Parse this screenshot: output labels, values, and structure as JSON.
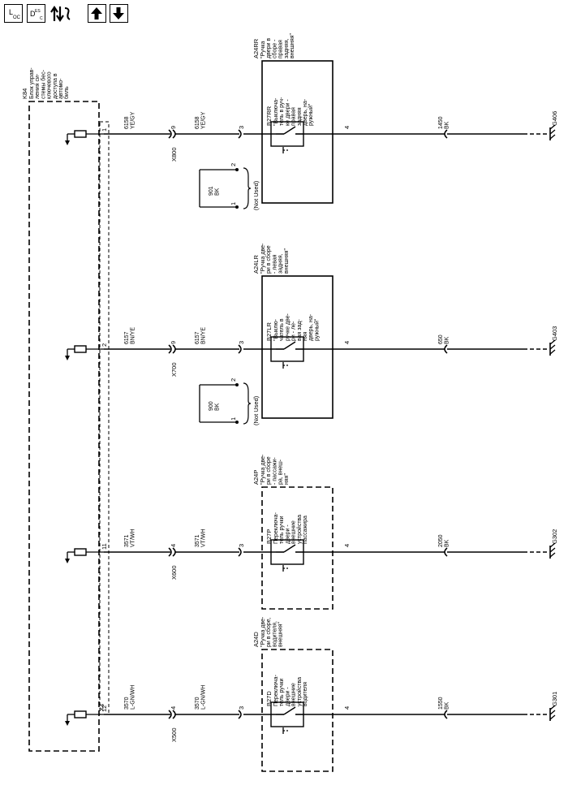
{
  "toolbar": {
    "loc_icon": "location-icon",
    "loc_main": "L",
    "loc_sub": "OC",
    "desc_icon": "description-icon",
    "desc_main": "D",
    "desc_sup": "ES",
    "desc_sub": "C",
    "signal_icon": "signal-flow-icon",
    "up_icon": "arrow-up-icon",
    "down_icon": "arrow-down-icon"
  },
  "module": {
    "id": "K84",
    "desc": [
      "Блок управ-",
      "ления си-",
      "стемы бес-",
      "ключевого",
      "доступа в",
      "автомо-",
      "биль"
    ],
    "connector": "X4"
  },
  "circuits": [
    {
      "pin": "1",
      "wire1": [
        "6158",
        "YE/GY"
      ],
      "inline_pin": "9",
      "inline_conn": "X800",
      "wire2": [
        "6158",
        "YE/GY"
      ],
      "sw_in": "3",
      "sw_out": "4",
      "assembly": {
        "id": "A24RR",
        "desc": [
          "\"Ручка",
          "двери в",
          "сборе -",
          "правая",
          "задняя,",
          "внешняя\""
        ],
        "dashed": false
      },
      "switch": {
        "id": "B27RR",
        "desc": [
          "\"Выключа-",
          "тель в руч-",
          "ке двери -",
          "правая",
          "задняя",
          "дверь, на-",
          "ружный\""
        ]
      },
      "unused": {
        "label": "(Not Used)",
        "pins": [
          "2",
          "1"
        ],
        "wire": [
          "901",
          "BK"
        ]
      },
      "ground_wire": [
        "1450",
        "BK"
      ],
      "ground": "G406"
    },
    {
      "pin": "2",
      "wire1": [
        "6157",
        "BN/YE"
      ],
      "inline_pin": "9",
      "inline_conn": "X700",
      "wire2": [
        "6157",
        "BN/YE"
      ],
      "sw_in": "3",
      "sw_out": "4",
      "assembly": {
        "id": "A24LR",
        "desc": [
          "\"Ручка две-",
          "ри в сборе",
          "- левая",
          "задняя,",
          "внешняя\""
        ],
        "dashed": false
      },
      "switch": {
        "id": "B27LR",
        "desc": [
          "\"Выклю-",
          "чатель в",
          "ручке две-",
          "ри - ле-",
          "вая зад-",
          "няя",
          "дверь, на-",
          "ружный\""
        ]
      },
      "unused": {
        "label": "(Not Used)",
        "pins": [
          "2",
          "1"
        ],
        "wire": [
          "900",
          "BK"
        ]
      },
      "ground_wire": [
        "650",
        "BK"
      ],
      "ground": "G403"
    },
    {
      "pin": "11",
      "wire1": [
        "3571",
        "VT/WH"
      ],
      "inline_pin": "4",
      "inline_conn": "X600",
      "wire2": [
        "3571",
        "VT/WH"
      ],
      "sw_in": "3",
      "sw_out": "4",
      "assembly": {
        "id": "A24P",
        "desc": [
          "\"Ручка две-",
          "ри в сборе",
          "- пассажи-",
          "ра, внеш-",
          "няя\""
        ],
        "dashed": true
      },
      "switch": {
        "id": "B27P",
        "desc": [
          "Переключа-",
          "тель ручки",
          "двери -",
          "внешние",
          "устройства",
          "пассажира"
        ]
      },
      "unused": null,
      "ground_wire": [
        "2050",
        "BK"
      ],
      "ground": "G302"
    },
    {
      "pin": "12",
      "wire1": [
        "3570",
        "L-GN/WH"
      ],
      "inline_pin": "4",
      "inline_conn": "X500",
      "wire2": [
        "3570",
        "L-GN/WH"
      ],
      "sw_in": "3",
      "sw_out": "4",
      "assembly": {
        "id": "A24D",
        "desc": [
          "\"Ручка две-",
          "ри в сборе,",
          "водителя,",
          "внешняя\""
        ],
        "dashed": true
      },
      "switch": {
        "id": "B27D",
        "desc": [
          "Переключа-",
          "тель ручки",
          "двери -",
          "внешние",
          "устройства",
          "водителя"
        ]
      },
      "unused": null,
      "ground_wire": [
        "1550",
        "BK"
      ],
      "ground": "G301"
    }
  ]
}
